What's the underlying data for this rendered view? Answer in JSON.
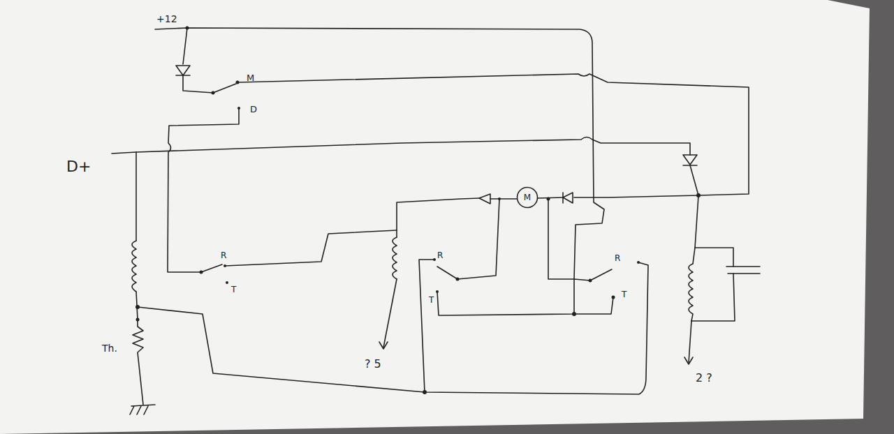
{
  "diagram": {
    "nodes": [
      {
        "text": [
          "M"
        ]
      }
    ],
    "edges": [],
    "labels": [
      "+12",
      "M",
      "D",
      "D+",
      "R",
      "T",
      "R",
      "T",
      "R",
      "T",
      "Th.",
      "? 5",
      "2 ?"
    ]
  }
}
